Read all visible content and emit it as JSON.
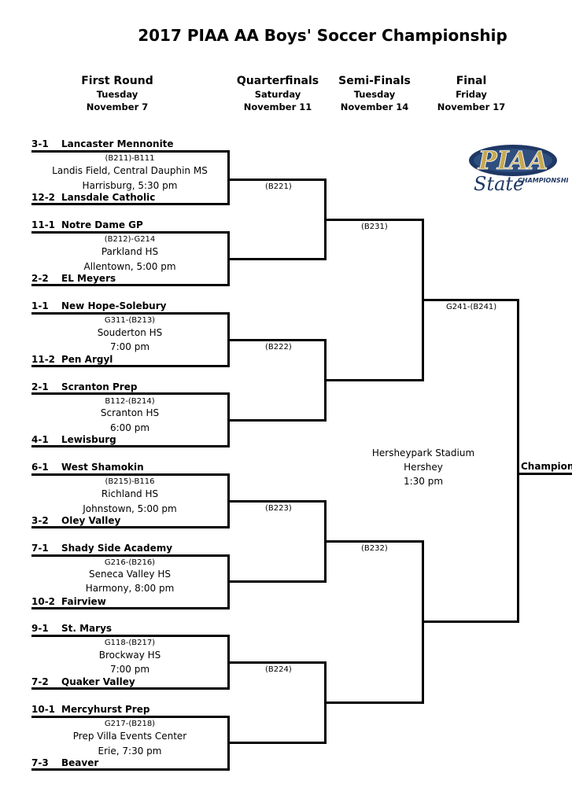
{
  "title": "2017 PIAA AA Boys' Soccer Championship",
  "colors": {
    "logo_navy": "#1f3864",
    "logo_gold": "#c8a951"
  },
  "logo": {
    "main": "PIAA",
    "script": "State",
    "sub": "CHAMPIONSHIPS"
  },
  "rounds": [
    {
      "name": "First Round",
      "day": "Tuesday",
      "date": "November 7"
    },
    {
      "name": "Quarterfinals",
      "day": "Saturday",
      "date": "November 11"
    },
    {
      "name": "Semi-Finals",
      "day": "Tuesday",
      "date": "November 14"
    },
    {
      "name": "Final",
      "day": "Friday",
      "date": "November 17"
    }
  ],
  "first_round": [
    {
      "top": {
        "seed": "3-1",
        "name": "Lancaster Mennonite"
      },
      "game": "(B211)-B111",
      "venue1": "Landis Field, Central Dauphin MS",
      "venue2": "Harrisburg, 5:30 pm",
      "bottom": {
        "seed": "12-2",
        "name": "Lansdale Catholic"
      }
    },
    {
      "top": {
        "seed": "11-1",
        "name": "Notre Dame GP"
      },
      "game": "(B212)-G214",
      "venue1": "Parkland HS",
      "venue2": "Allentown, 5:00 pm",
      "bottom": {
        "seed": "2-2",
        "name": "EL Meyers"
      }
    },
    {
      "top": {
        "seed": "1-1",
        "name": "New Hope-Solebury"
      },
      "game": "G311-(B213)",
      "venue1": "Souderton HS",
      "venue2": "7:00 pm",
      "bottom": {
        "seed": "11-2",
        "name": "Pen Argyl"
      }
    },
    {
      "top": {
        "seed": "2-1",
        "name": "Scranton Prep"
      },
      "game": "B112-(B214)",
      "venue1": "Scranton HS",
      "venue2": "6:00 pm",
      "bottom": {
        "seed": "4-1",
        "name": "Lewisburg"
      }
    },
    {
      "top": {
        "seed": "6-1",
        "name": "West Shamokin"
      },
      "game": "(B215)-B116",
      "venue1": "Richland HS",
      "venue2": "Johnstown, 5:00 pm",
      "bottom": {
        "seed": "3-2",
        "name": "Oley Valley"
      }
    },
    {
      "top": {
        "seed": "7-1",
        "name": "Shady Side Academy"
      },
      "game": "G216-(B216)",
      "venue1": "Seneca Valley HS",
      "venue2": "Harmony, 8:00 pm",
      "bottom": {
        "seed": "10-2",
        "name": "Fairview"
      }
    },
    {
      "top": {
        "seed": "9-1",
        "name": "St. Marys"
      },
      "game": "G118-(B217)",
      "venue1": "Brockway HS",
      "venue2": "7:00 pm",
      "bottom": {
        "seed": "7-2",
        "name": "Quaker Valley"
      }
    },
    {
      "top": {
        "seed": "10-1",
        "name": "Mercyhurst Prep"
      },
      "game": "G217-(B218)",
      "venue1": "Prep Villa Events Center",
      "venue2": "Erie, 7:30 pm",
      "bottom": {
        "seed": "7-3",
        "name": "Beaver"
      }
    }
  ],
  "quarterfinals": [
    "(B221)",
    "(B222)",
    "(B223)",
    "(B224)"
  ],
  "semifinals": [
    "(B231)",
    "(B232)"
  ],
  "final": {
    "game": "G241-(B241)",
    "venue": "Hersheypark Stadium",
    "city": "Hershey",
    "time": "1:30 pm",
    "champion_label": "Champion"
  }
}
